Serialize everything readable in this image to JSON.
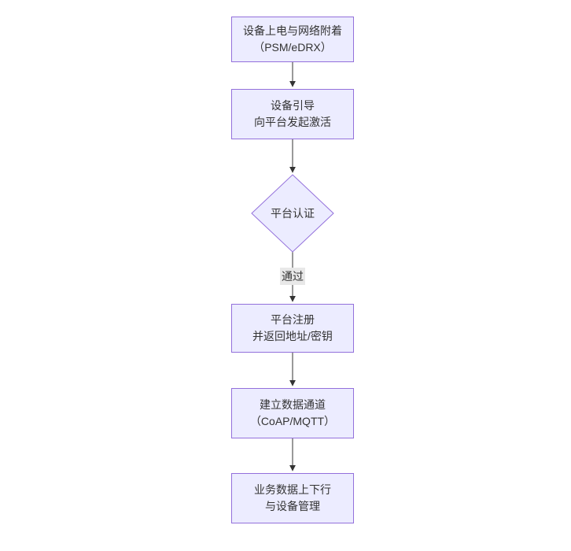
{
  "colors": {
    "background": "#ffffff",
    "node_fill": "#ECECFF",
    "node_border": "#9370DB",
    "node_text": "#333333",
    "arrow": "#333333",
    "edge_label_bg": "#e8e8e8"
  },
  "flowchart": {
    "type": "flowchart",
    "direction": "top-down",
    "nodes": [
      {
        "id": "n1",
        "shape": "rect",
        "lines": [
          "设备上电与网络附着",
          "（PSM/eDRX）"
        ]
      },
      {
        "id": "n2",
        "shape": "rect",
        "lines": [
          "设备引导",
          "向平台发起激活"
        ]
      },
      {
        "id": "n3",
        "shape": "diamond",
        "lines": [
          "平台认证"
        ]
      },
      {
        "id": "n4",
        "shape": "rect",
        "lines": [
          "平台注册",
          "并返回地址/密钥"
        ]
      },
      {
        "id": "n5",
        "shape": "rect",
        "lines": [
          "建立数据通道",
          "（CoAP/MQTT）"
        ]
      },
      {
        "id": "n6",
        "shape": "rect",
        "lines": [
          "业务数据上下行",
          "与设备管理"
        ]
      }
    ],
    "edges": [
      {
        "from": "n1",
        "to": "n2",
        "label": ""
      },
      {
        "from": "n2",
        "to": "n3",
        "label": ""
      },
      {
        "from": "n3",
        "to": "n4",
        "label": "通过"
      },
      {
        "from": "n4",
        "to": "n5",
        "label": ""
      },
      {
        "from": "n5",
        "to": "n6",
        "label": ""
      }
    ]
  }
}
